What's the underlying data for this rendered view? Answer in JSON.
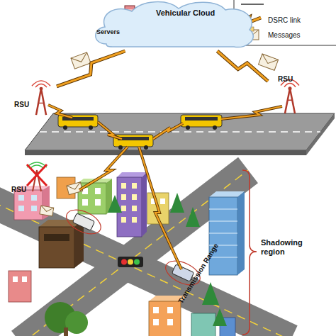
{
  "diagram": {
    "nodes": [
      {
        "text": [
          "Vehicular Cloud"
        ]
      },
      {
        "text": [
          "RSU"
        ]
      },
      {
        "text": [
          "RSU"
        ]
      }
    ],
    "edges": [
      {
        "from": 0,
        "to": 1,
        "arrow": "none"
      },
      {
        "from": 0,
        "to": 2,
        "arrow": "none"
      }
    ],
    "labels": [
      "Servers",
      "RSU",
      "Shadowing region",
      "Transmission Range"
    ],
    "legend": [
      {
        "text": "DSRC link"
      },
      {
        "text": "Messages"
      }
    ]
  }
}
